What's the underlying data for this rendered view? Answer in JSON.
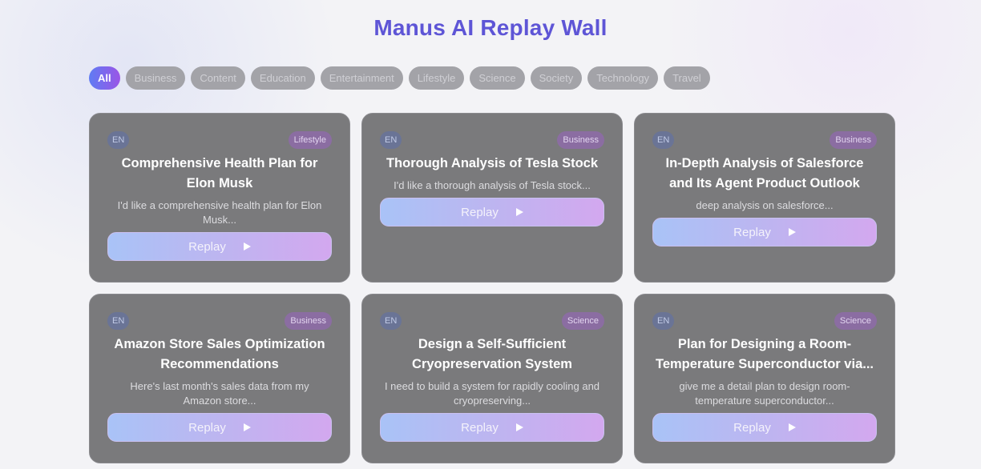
{
  "header": {
    "title": "Manus AI Replay Wall"
  },
  "filters": [
    {
      "label": "All",
      "active": true
    },
    {
      "label": "Business",
      "active": false
    },
    {
      "label": "Content",
      "active": false
    },
    {
      "label": "Education",
      "active": false
    },
    {
      "label": "Entertainment",
      "active": false
    },
    {
      "label": "Lifestyle",
      "active": false
    },
    {
      "label": "Science",
      "active": false
    },
    {
      "label": "Society",
      "active": false
    },
    {
      "label": "Technology",
      "active": false
    },
    {
      "label": "Travel",
      "active": false
    }
  ],
  "colors": {
    "accent_title": "#5e55d6",
    "card_background": "#7a7a7c",
    "active_chip_gradient": [
      "#5f7cf3",
      "#9b55e6"
    ],
    "replay_gradient": [
      "#a9c3f7",
      "#d3a8ef"
    ]
  },
  "cards": [
    {
      "language": "EN",
      "category": "Lifestyle",
      "title": "Comprehensive Health Plan for Elon Musk",
      "description": "I'd like a comprehensive health plan for Elon Musk...",
      "button_label": "Replay",
      "button_icon": "play-icon"
    },
    {
      "language": "EN",
      "category": "Business",
      "title": "Thorough Analysis of Tesla Stock",
      "description": "I'd like a thorough analysis of Tesla stock...",
      "button_label": "Replay",
      "button_icon": "play-icon"
    },
    {
      "language": "EN",
      "category": "Business",
      "title": "In-Depth Analysis of Salesforce and Its Agent Product Outlook",
      "description": "deep analysis on salesforce...",
      "button_label": "Replay",
      "button_icon": "play-icon"
    },
    {
      "language": "EN",
      "category": "Business",
      "title": "Amazon Store Sales Optimization Recommendations",
      "description": "Here's last month's sales data from my Amazon store...",
      "button_label": "Replay",
      "button_icon": "play-icon"
    },
    {
      "language": "EN",
      "category": "Science",
      "title": "Design a Self-Sufficient Cryopreservation System",
      "description": "I need to build a system for rapidly cooling and cryopreserving...",
      "button_label": "Replay",
      "button_icon": "play-icon"
    },
    {
      "language": "EN",
      "category": "Science",
      "title": "Plan for Designing a Room-Temperature Superconductor via...",
      "description": "give me a detail plan to design room-temperature superconductor...",
      "button_label": "Replay",
      "button_icon": "play-icon"
    }
  ]
}
